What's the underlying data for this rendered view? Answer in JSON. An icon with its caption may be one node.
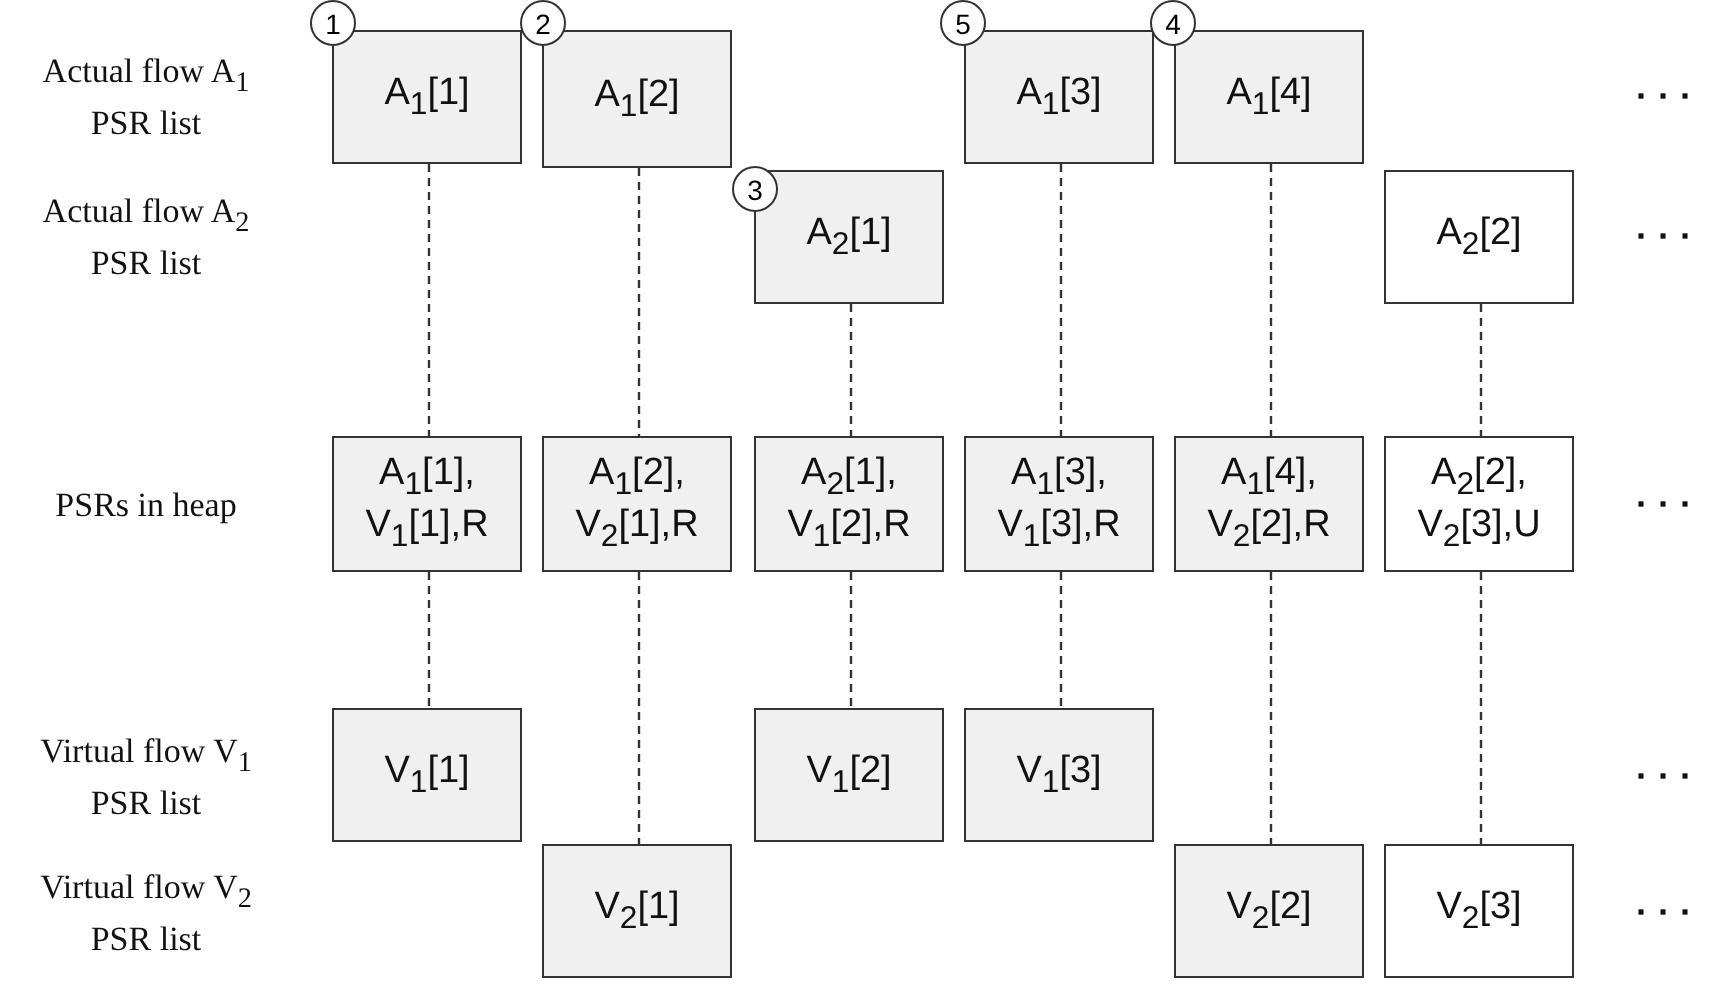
{
  "diagram": {
    "nodes": [
      {
        "text": [
          "1"
        ]
      },
      {
        "text": [
          "A$_{1}$[1]"
        ]
      },
      {
        "text": [
          "2"
        ]
      },
      {
        "text": [
          "A$_{1}$[2]"
        ]
      },
      {
        "text": [
          "5"
        ]
      },
      {
        "text": [
          "A$_{1}$[3]"
        ]
      },
      {
        "text": [
          "4"
        ]
      },
      {
        "text": [
          "A$_{1}$[4]"
        ]
      },
      {
        "text": [
          "3"
        ]
      },
      {
        "text": [
          "A$_{2}$[1]"
        ]
      },
      {
        "text": [
          "A$_{2}$[2]"
        ]
      },
      {
        "text": [
          "A$_{1}$[1], V$_{1}$[1],R"
        ]
      },
      {
        "text": [
          "A$_{1}$[2], V$_{2}$[1],R"
        ]
      },
      {
        "text": [
          "A$_{2}$[1], V$_{1}$[2],R"
        ]
      },
      {
        "text": [
          "A$_{1}$[3], V$_{1}$[3],R"
        ]
      },
      {
        "text": [
          "A$_{1}$[4], V$_{2}$[2],R"
        ]
      },
      {
        "text": [
          "A$_{2}$[2], V$_{2}$[3],U"
        ]
      },
      {
        "text": [
          "V$_{1}$[1]"
        ]
      },
      {
        "text": [
          "V$_{1}$[2]"
        ]
      },
      {
        "text": [
          "V$_{1}$[3]"
        ]
      },
      {
        "text": [
          "V$_{2}$[1]"
        ]
      },
      {
        "text": [
          "V$_{2}$[2]"
        ]
      },
      {
        "text": [
          "V$_{2}$[3]"
        ]
      }
    ],
    "edges": [
      {
        "from": 1,
        "to": 11,
        "arrow": "none",
        "style": "dashed"
      },
      {
        "from": 11,
        "to": 17,
        "arrow": "none",
        "style": "dashed"
      },
      {
        "from": 3,
        "to": 12,
        "arrow": "none",
        "style": "dashed"
      },
      {
        "from": 12,
        "to": 20,
        "arrow": "none",
        "style": "dashed"
      },
      {
        "from": 9,
        "to": 13,
        "arrow": "none",
        "style": "dashed"
      },
      {
        "from": 13,
        "to": 18,
        "arrow": "none",
        "style": "dashed"
      },
      {
        "from": 5,
        "to": 14,
        "arrow": "none",
        "style": "dashed"
      },
      {
        "from": 14,
        "to": 19,
        "arrow": "none",
        "style": "dashed"
      },
      {
        "from": 7,
        "to": 15,
        "arrow": "none",
        "style": "dashed"
      },
      {
        "from": 15,
        "to": 21,
        "arrow": "none",
        "style": "dashed"
      },
      {
        "from": 10,
        "to": 16,
        "arrow": "none",
        "style": "dashed"
      },
      {
        "from": 16,
        "to": 22,
        "arrow": "none",
        "style": "dashed"
      }
    ],
    "labels": [
      "Actual flow A$_{1}$ PSR list",
      "· · ·",
      "Actual flow A$_{2}$ PSR list",
      "· · ·",
      "PSRs in heap",
      "· · ·",
      "Virtual flow V$_{1}$ PSR list",
      "· · ·",
      "Virtual flow V$_{2}$ PSR list",
      "· · ·"
    ]
  }
}
